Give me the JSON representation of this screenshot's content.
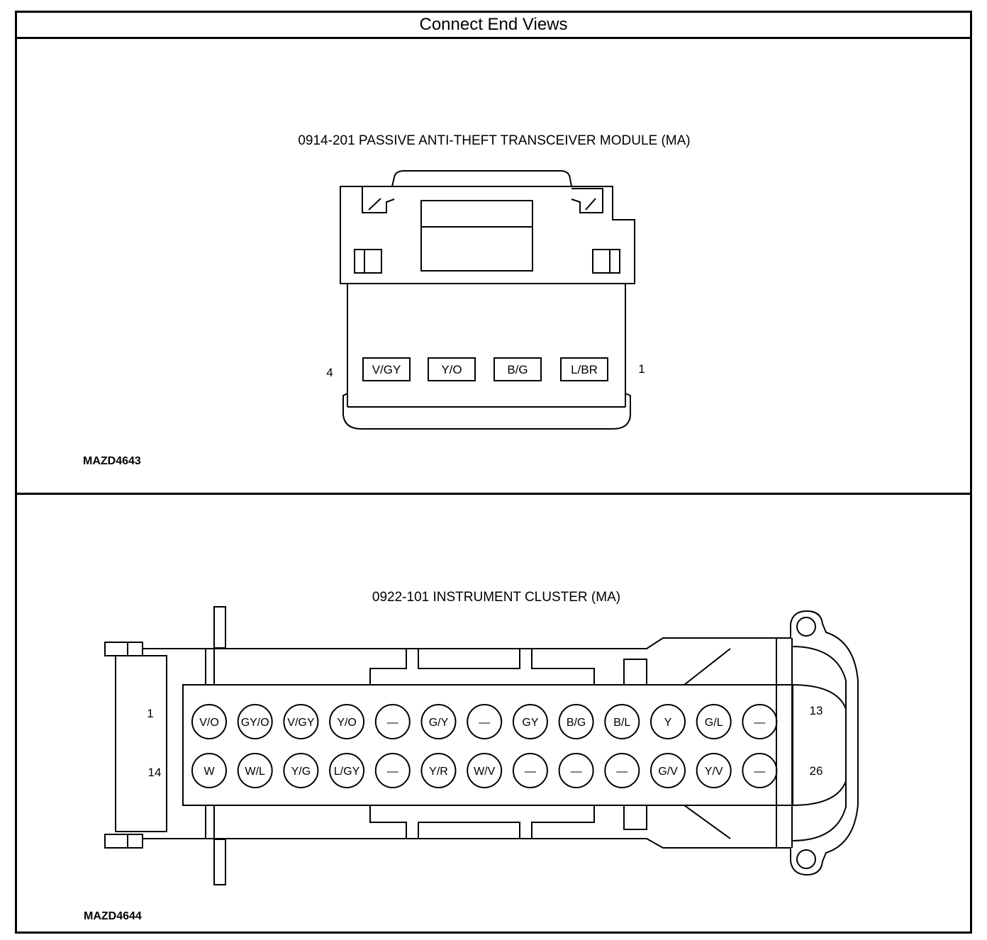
{
  "page_title": "Connect End Views",
  "connector1": {
    "title": "0914-201 PASSIVE ANTI-THEFT TRANSCEIVER MODULE (MA)",
    "pin_left": "4",
    "pin_right": "1",
    "pins": [
      "V/GY",
      "Y/O",
      "B/G",
      "L/BR"
    ],
    "figure_id": "MAZD4643"
  },
  "connector2": {
    "title": "0922-101 INSTRUMENT CLUSTER (MA)",
    "row1_start": "1",
    "row1_end": "13",
    "row2_start": "14",
    "row2_end": "26",
    "row1": [
      "V/O",
      "GY/O",
      "V/GY",
      "Y/O",
      "—",
      "G/Y",
      "—",
      "GY",
      "B/G",
      "B/L",
      "Y",
      "G/L",
      "—"
    ],
    "row2": [
      "W",
      "W/L",
      "Y/G",
      "L/GY",
      "—",
      "Y/R",
      "W/V",
      "—",
      "—",
      "—",
      "G/V",
      "Y/V",
      "—"
    ],
    "figure_id": "MAZD4644"
  }
}
